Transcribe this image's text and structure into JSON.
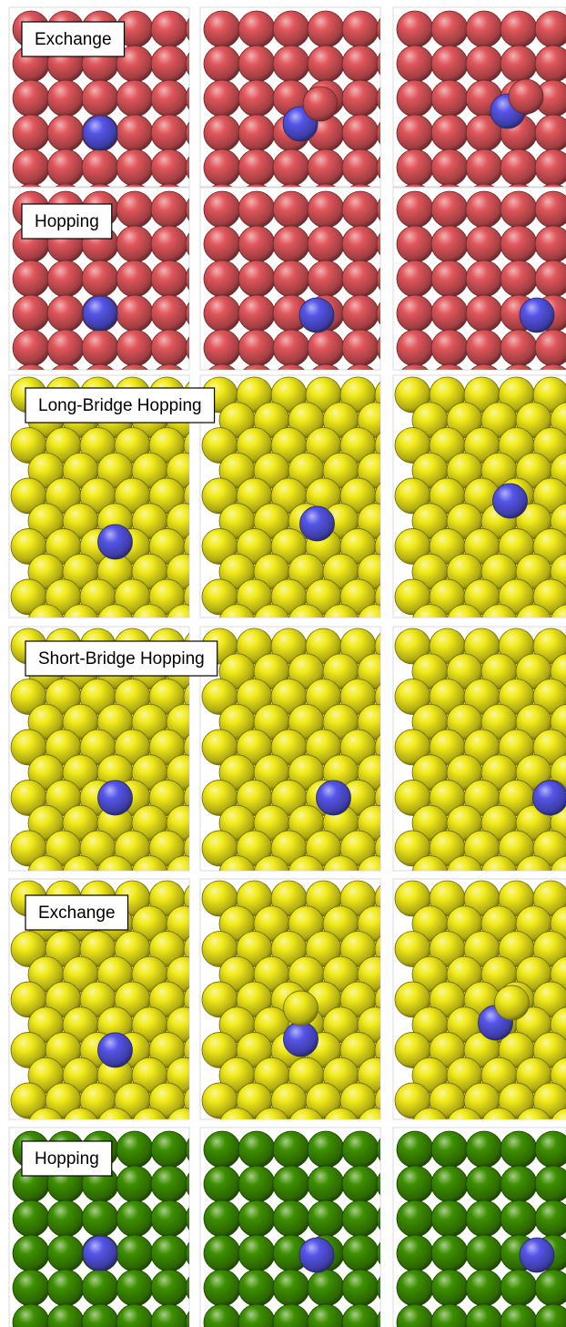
{
  "figure": {
    "rows": [
      {
        "label": "Exchange",
        "lattice": "square",
        "surface_color": "#e0565b",
        "adatom_color": "#5555e8",
        "panels": [
          {
            "adatom": "center"
          },
          {
            "adatom": "exchange-mid"
          },
          {
            "adatom": "exchange-end"
          }
        ]
      },
      {
        "label": "Hopping",
        "lattice": "square",
        "surface_color": "#e0565b",
        "adatom_color": "#5555e8",
        "panels": [
          {
            "adatom": "start"
          },
          {
            "adatom": "mid"
          },
          {
            "adatom": "end"
          }
        ]
      },
      {
        "label": "Long-Bridge Hopping",
        "lattice": "rect",
        "surface_color": "#f1ea1a",
        "adatom_color": "#5555e8",
        "panels": [
          {
            "adatom": "start"
          },
          {
            "adatom": "mid"
          },
          {
            "adatom": "end"
          }
        ]
      },
      {
        "label": "Short-Bridge Hopping",
        "lattice": "rect",
        "surface_color": "#f1ea1a",
        "adatom_color": "#5555e8",
        "panels": [
          {
            "adatom": "start"
          },
          {
            "adatom": "mid"
          },
          {
            "adatom": "end"
          }
        ]
      },
      {
        "label": "Exchange",
        "lattice": "rect",
        "surface_color": "#f1ea1a",
        "adatom_color": "#5555e8",
        "panels": [
          {
            "adatom": "center"
          },
          {
            "adatom": "exchange-mid"
          },
          {
            "adatom": "exchange-end"
          }
        ]
      },
      {
        "label": "Hopping",
        "lattice": "square",
        "surface_color": "#3d8f00",
        "adatom_color": "#5555e8",
        "panels": [
          {
            "adatom": "start"
          },
          {
            "adatom": "mid"
          },
          {
            "adatom": "end"
          }
        ]
      }
    ]
  }
}
